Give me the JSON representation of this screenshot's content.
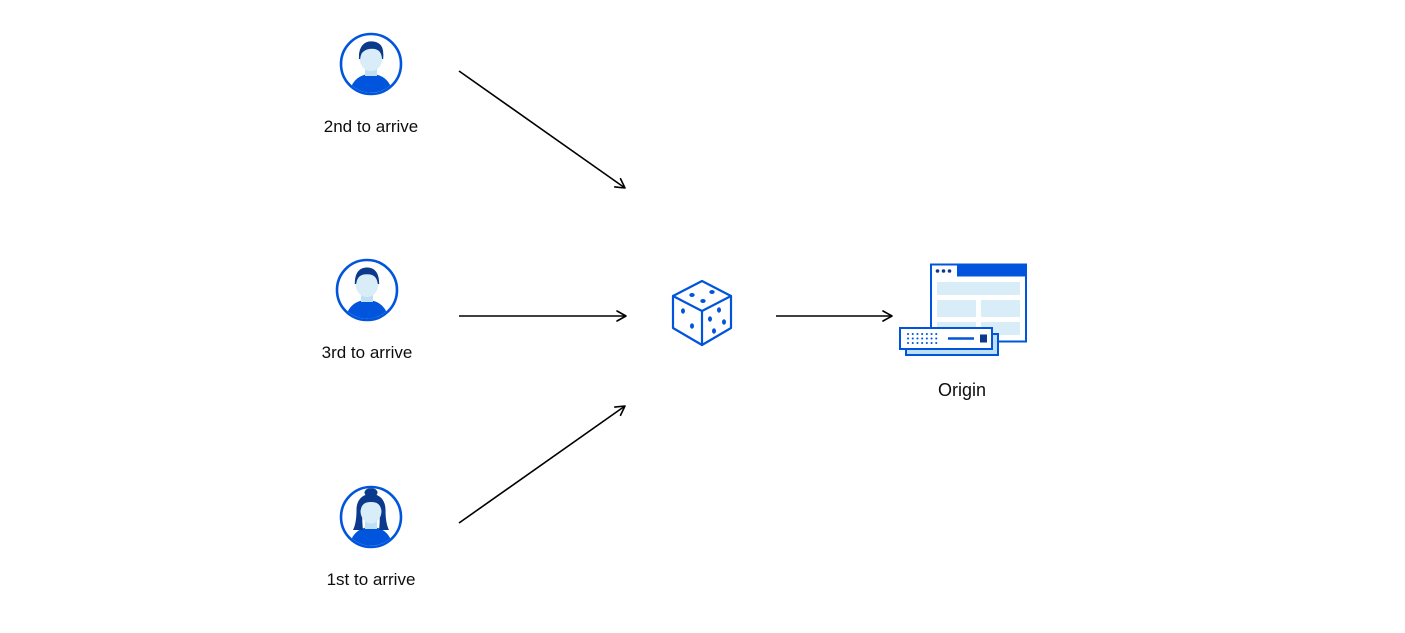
{
  "diagram": {
    "description": "Three visitors arriving in different order are randomly routed (dice) to an origin server",
    "nodes": {
      "user_top": {
        "label": "2nd to arrive",
        "icon": "avatar-male-icon"
      },
      "user_middle": {
        "label": "3rd to arrive",
        "icon": "avatar-male-icon"
      },
      "user_bottom": {
        "label": "1st to arrive",
        "icon": "avatar-female-icon"
      },
      "dice": {
        "label": "",
        "icon": "dice-icon"
      },
      "origin": {
        "label": "Origin",
        "icon": "origin-server-browser-icon"
      }
    },
    "edges": [
      {
        "from": "user_top",
        "to": "dice"
      },
      {
        "from": "user_middle",
        "to": "dice"
      },
      {
        "from": "user_bottom",
        "to": "dice"
      },
      {
        "from": "dice",
        "to": "origin"
      }
    ],
    "colors": {
      "primary_blue": "#0055DC",
      "dark_blue": "#0B3A8C",
      "light_blue_fill": "#D9EDF9",
      "pale_blue": "#BFE0F2",
      "arrow_black": "#000000",
      "background": "#FFFFFF",
      "label_text": "#0D0D0F"
    }
  }
}
